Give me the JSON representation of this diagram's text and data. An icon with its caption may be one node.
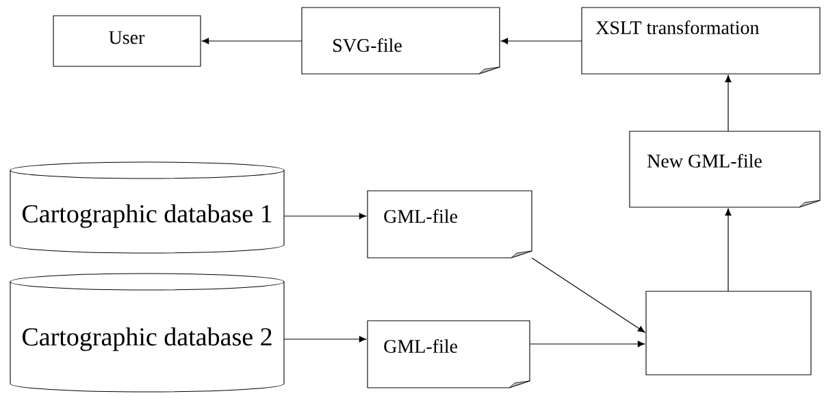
{
  "diagram": {
    "nodes": [
      {
        "text": [
          "User"
        ]
      },
      {
        "text": [
          "SVG-file"
        ]
      },
      {
        "text": [
          "XSLT transformation"
        ]
      },
      {
        "text": [
          "New GML-file"
        ]
      },
      {
        "text": [
          "Cartographic database 1"
        ]
      },
      {
        "text": [
          "GML-file"
        ]
      },
      {
        "text": [
          "Cartographic database 2"
        ]
      },
      {
        "text": [
          "GML-file"
        ]
      },
      {
        "text": [],
        "shape": "box"
      }
    ],
    "edges": [
      {
        "from": 1,
        "to": 0,
        "arrow": "to"
      },
      {
        "from": 2,
        "to": 1,
        "arrow": "to"
      },
      {
        "from": 3,
        "to": 2,
        "arrow": "to"
      },
      {
        "from": 8,
        "to": 3,
        "arrow": "to"
      },
      {
        "from": 4,
        "to": 5,
        "arrow": "to"
      },
      {
        "from": 6,
        "to": 7,
        "arrow": "to"
      },
      {
        "from": 5,
        "to": 8,
        "arrow": "to"
      },
      {
        "from": 7,
        "to": 8,
        "arrow": "to"
      }
    ]
  }
}
